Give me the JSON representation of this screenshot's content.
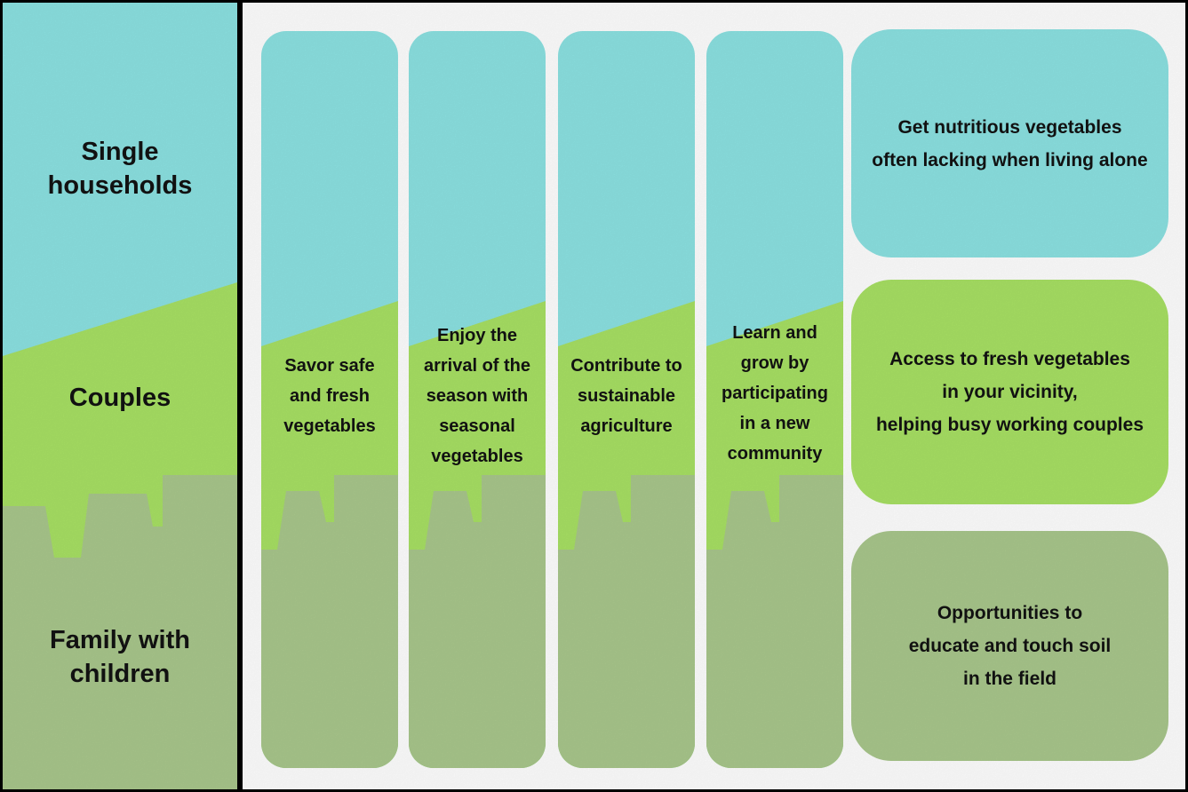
{
  "colors": {
    "cyan": "#8CE2E2",
    "green": "#A8E164",
    "sage": "#A9C78C",
    "ink": "#121212",
    "background": "#FFFFFF",
    "border": "#000000"
  },
  "audience_segments": [
    {
      "label": "Single\nhouseholds",
      "color": "cyan"
    },
    {
      "label": "Couples",
      "color": "green"
    },
    {
      "label": "Family with\nchildren",
      "color": "sage"
    }
  ],
  "value_columns": [
    {
      "text": "Savor safe\nand fresh\nvegetables"
    },
    {
      "text": "Enjoy the\narrival of the\nseason with\nseasonal\nvegetables"
    },
    {
      "text": "Contribute to\nsustainable\nagriculture"
    },
    {
      "text": "Learn and\ngrow by\nparticipating\nin a new\ncommunity"
    }
  ],
  "benefit_cards": [
    {
      "color": "cyan",
      "text": "Get nutritious vegetables\noften lacking when living alone"
    },
    {
      "color": "green",
      "text": "Access to fresh vegetables\nin your vicinity,\nhelping busy working couples"
    },
    {
      "color": "sage",
      "text": "Opportunities to\neducate and touch soil\nin the field"
    }
  ]
}
